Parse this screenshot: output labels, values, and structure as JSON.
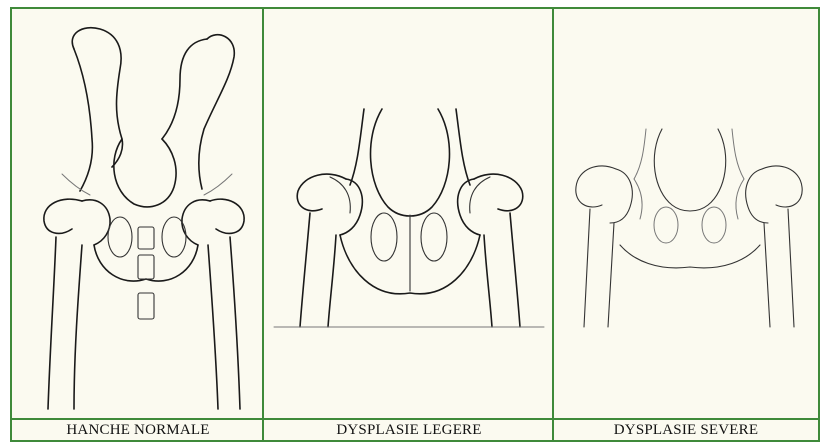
{
  "panels": [
    {
      "caption": "HANCHE NORMALE",
      "illustration": "normal-hip-icon"
    },
    {
      "caption": "DYSPLASIE LEGERE",
      "illustration": "mild-dysplasia-hip-icon"
    },
    {
      "caption": "DYSPLASIE SEVERE",
      "illustration": "severe-dysplasia-hip-icon"
    }
  ],
  "colors": {
    "border": "#3f8a3a",
    "background": "#fbfaf0",
    "line": "#1a1a1a"
  }
}
